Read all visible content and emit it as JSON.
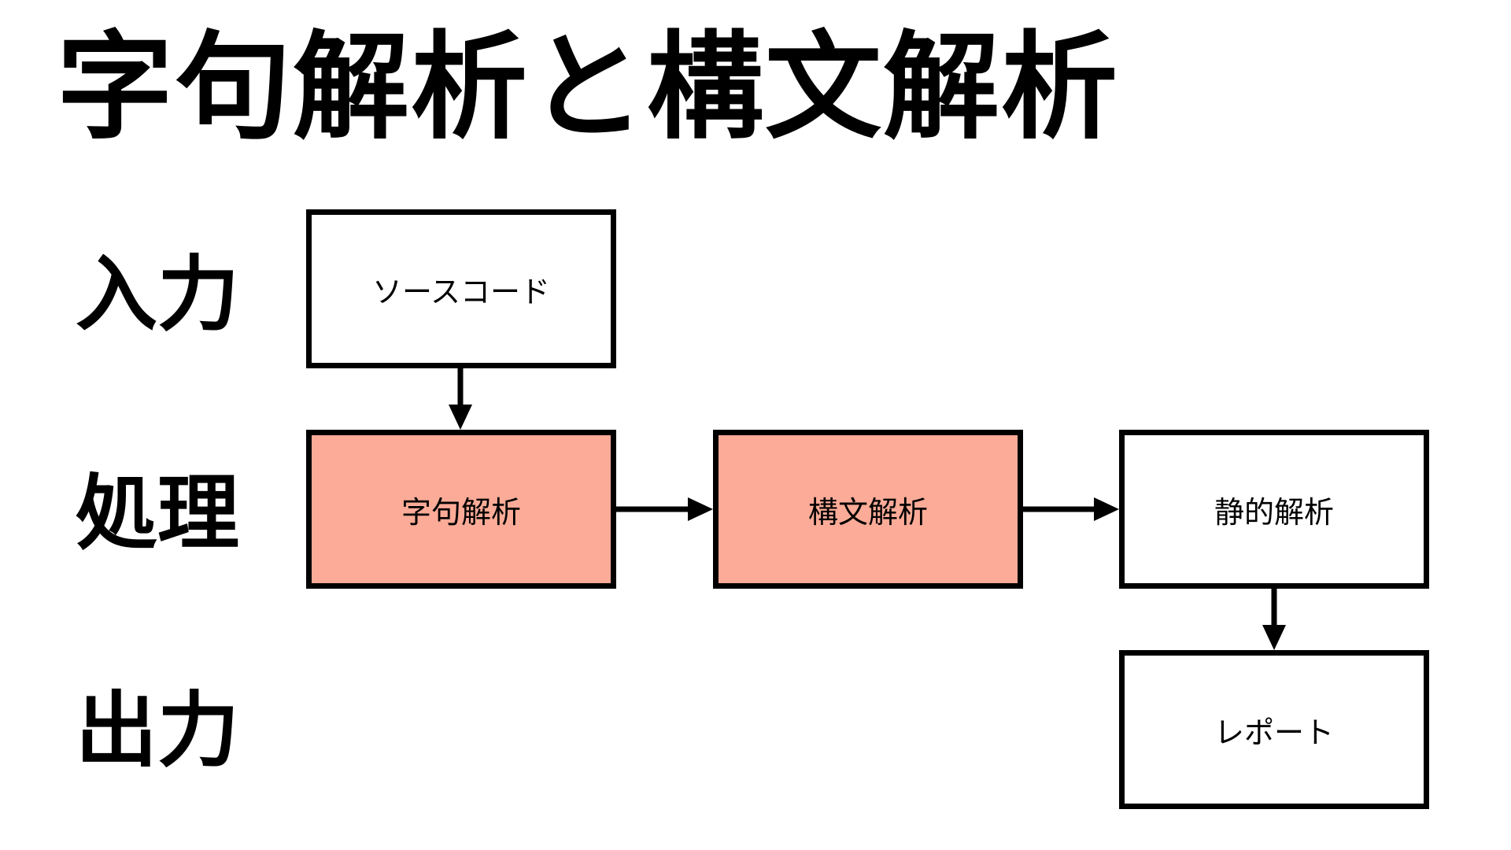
{
  "title": "字句解析と構文解析",
  "row_labels": {
    "input": "入力",
    "process": "処理",
    "output": "出力"
  },
  "nodes": {
    "source_code": {
      "label": "ソースコード",
      "highlighted": false
    },
    "lexical_analysis": {
      "label": "字句解析",
      "highlighted": true
    },
    "syntax_analysis": {
      "label": "構文解析",
      "highlighted": true
    },
    "static_analysis": {
      "label": "静的解析",
      "highlighted": false
    },
    "report": {
      "label": "レポート",
      "highlighted": false
    }
  },
  "edges": [
    {
      "from": "source_code",
      "to": "lexical_analysis"
    },
    {
      "from": "lexical_analysis",
      "to": "syntax_analysis"
    },
    {
      "from": "syntax_analysis",
      "to": "static_analysis"
    },
    {
      "from": "static_analysis",
      "to": "report"
    }
  ],
  "colors": {
    "highlight_fill": "#fbab97",
    "stroke": "#000000",
    "background": "#ffffff"
  }
}
